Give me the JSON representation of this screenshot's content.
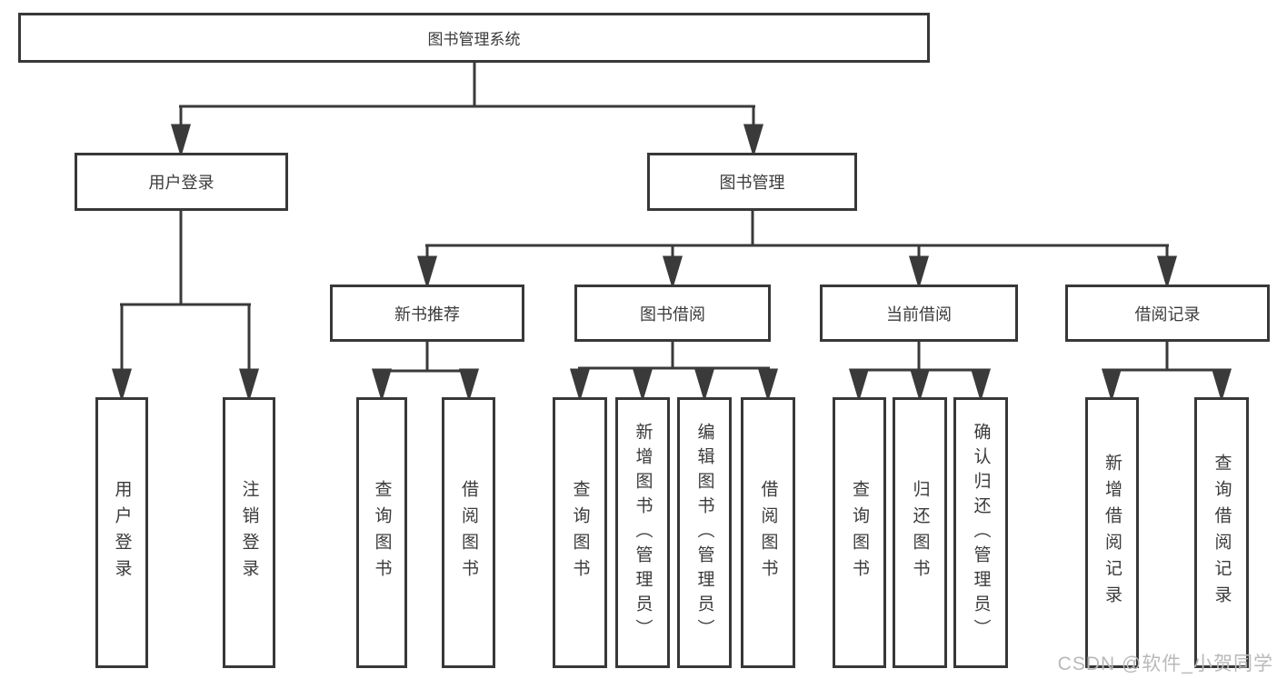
{
  "diagram": {
    "root": {
      "label": "图书管理系统"
    },
    "branches": [
      {
        "label": "用户登录",
        "leaves": [
          "用户登录",
          "注销登录"
        ]
      },
      {
        "label": "图书管理",
        "sections": [
          {
            "label": "新书推荐",
            "leaves": [
              "查询图书",
              "借阅图书"
            ]
          },
          {
            "label": "图书借阅",
            "leaves": [
              "查询图书",
              "新增图书（管理员）",
              "编辑图书（管理员）",
              "借阅图书"
            ]
          },
          {
            "label": "当前借阅",
            "leaves": [
              "查询图书",
              "归还图书",
              "确认归还（管理员）"
            ]
          },
          {
            "label": "借阅记录",
            "leaves": [
              "新增借阅记录",
              "查询借阅记录"
            ]
          }
        ]
      }
    ]
  },
  "watermark": {
    "text": "CSDN @软件_小贺同学"
  },
  "colors": {
    "line": "#3a3a3a",
    "text": "#3b3b3b",
    "background": "#ffffff"
  }
}
